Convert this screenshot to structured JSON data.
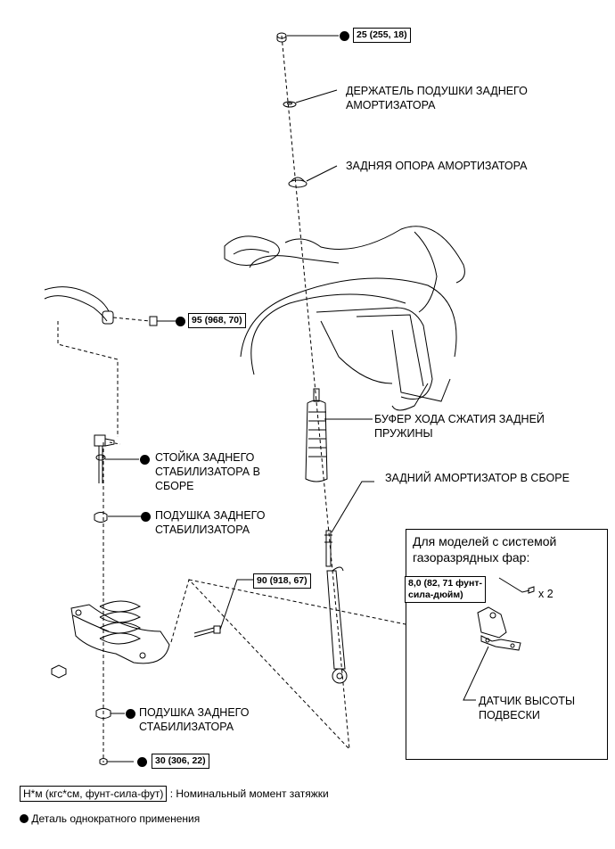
{
  "torques": {
    "top_nut": "25 (255, 18)",
    "stabilizer_nut": "95 (968, 70)",
    "lower_bolt": "90 (918, 67)",
    "bottom_nut": "30 (306, 22)",
    "sensor_bolt": "8,0 (82, 71 фунт-\nсила-дюйм)"
  },
  "labels": {
    "cushion_retainer": "ДЕРЖАТЕЛЬ ПОДУШКИ ЗАДНЕГО\nАМОРТИЗАТОРА",
    "shock_support": "ЗАДНЯЯ ОПОРА АМОРТИЗАТОРА",
    "bump_stopper": "БУФЕР ХОДА СЖАТИЯ ЗАДНЕЙ\nПРУЖИНЫ",
    "shock_absorber": "ЗАДНИЙ АМОРТИЗАТОР В СБОРЕ",
    "stabilizer_link": "СТОЙКА ЗАДНЕГО\nСТАБИЛИЗАТОРА В\nСБОРЕ",
    "stabilizer_cushion_upper": "ПОДУШКА ЗАДНЕГО\nСТАБИЛИЗАТОРА",
    "stabilizer_cushion_lower": "ПОДУШКА ЗАДНЕГО\nСТАБИЛИЗАТОРА"
  },
  "inset": {
    "title": "Для моделей с системой\nгазоразрядных фар:",
    "quantity": "x 2",
    "sensor_label": "ДАТЧИК ВЫСОТЫ\nПОДВЕСКИ"
  },
  "legend": {
    "unit_box": "Н*м (кгс*см, фунт-сила-фут)",
    "unit_text": ": Номинальный момент затяжки",
    "non_reusable": "Деталь однократного применения"
  }
}
